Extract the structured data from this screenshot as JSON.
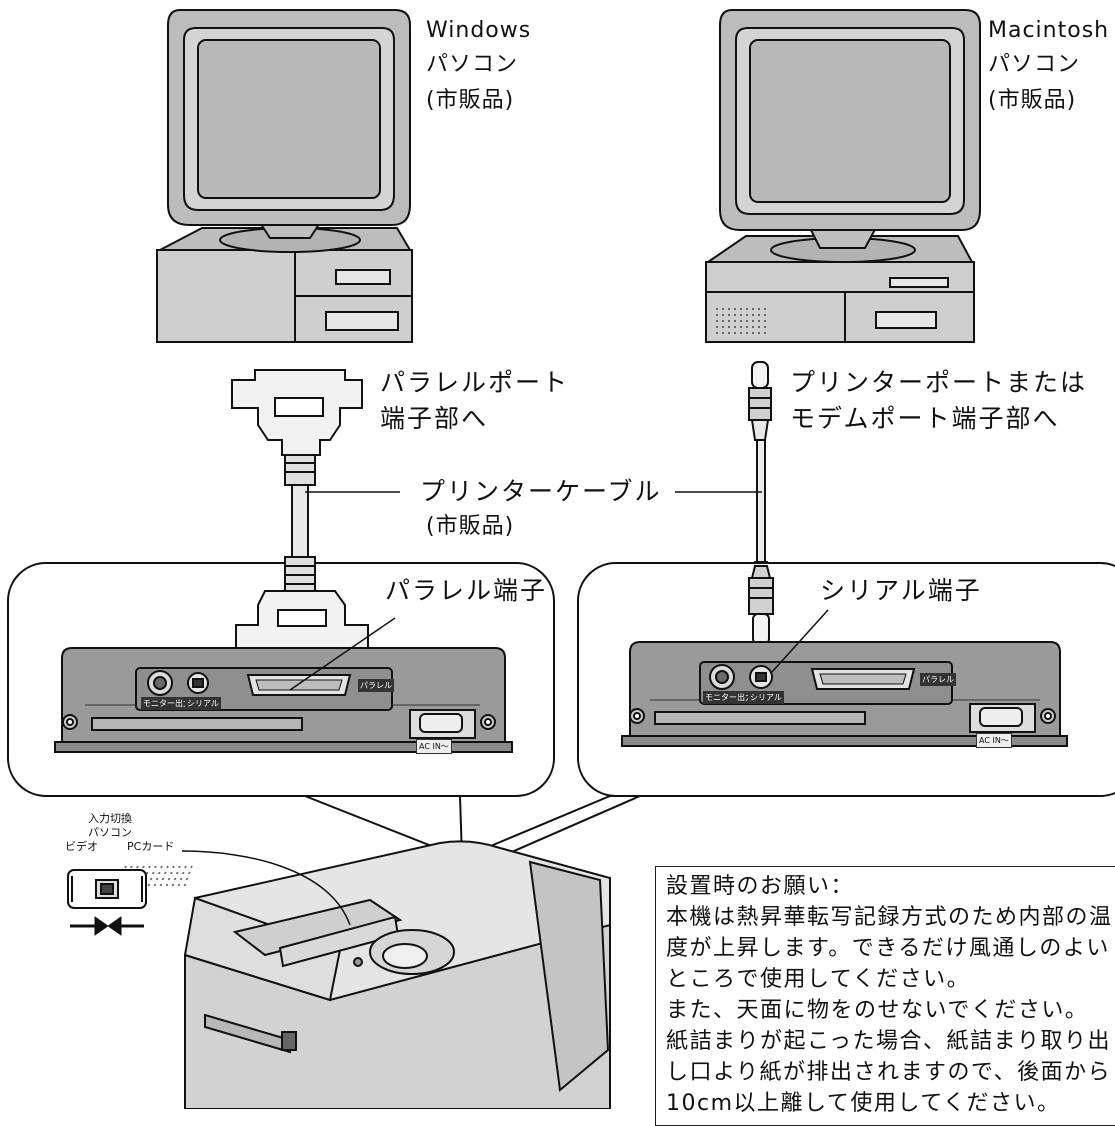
{
  "computers": {
    "windows": {
      "name": "Windows",
      "type": "パソコン",
      "note": "(市販品)"
    },
    "mac": {
      "name": "Macintosh",
      "type": "パソコン",
      "note": "(市販品)"
    }
  },
  "connectors": {
    "parallel_port": [
      "パラレルポート",
      "端子部へ"
    ],
    "printer_port": [
      "プリンターポートまたは",
      "モデムポート端子部へ"
    ],
    "cable": "プリンターケーブル",
    "cable_note": "(市販品)",
    "parallel_terminal": "パラレル端子",
    "serial_terminal": "シリアル端子"
  },
  "printer_labels": {
    "monitor_out": "モニター出力",
    "serial": "シリアル",
    "parallel": "パラレル",
    "ac_in": "AC IN～"
  },
  "switch": {
    "title": "入力切換",
    "middle": "パソコン",
    "left": "ビデオ",
    "right": "PCカード"
  },
  "notice": {
    "title": "設置時のお願い：",
    "lines": [
      "本機は熱昇華転写記録方式のため内部の温",
      "度が上昇します。できるだけ風通しのよい",
      "ところで使用してください。",
      "また、天面に物をのせないでください。",
      "紙詰まりが起こった場合、紙詰まり取り出",
      "し口より紙が排出されますので、後面から",
      "10cm以上離して使用してください。"
    ]
  }
}
